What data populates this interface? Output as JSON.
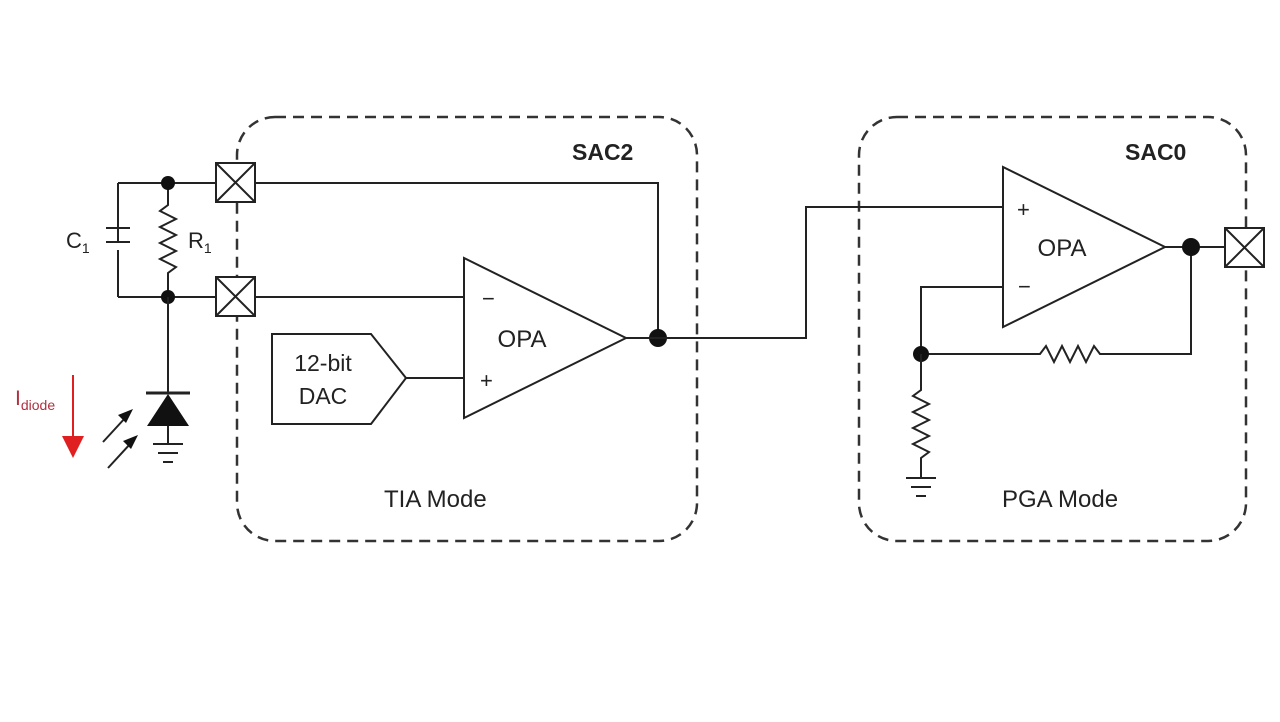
{
  "blocks": {
    "sac2": {
      "title": "SAC2",
      "mode": "TIA Mode",
      "opa": "OPA",
      "minus": "−",
      "plus": "+"
    },
    "sac0": {
      "title": "SAC0",
      "mode": "PGA Mode",
      "opa": "OPA",
      "minus": "−",
      "plus": "+"
    }
  },
  "dac": {
    "line1": "12-bit",
    "line2": "DAC"
  },
  "components": {
    "c1": {
      "base": "C",
      "sub": "1"
    },
    "r1": {
      "base": "R",
      "sub": "1"
    },
    "idiode": {
      "base": "I",
      "sub": "diode"
    }
  },
  "colors": {
    "ink": "#222222",
    "accent": "#e02020",
    "accent_text": "#b03040"
  }
}
